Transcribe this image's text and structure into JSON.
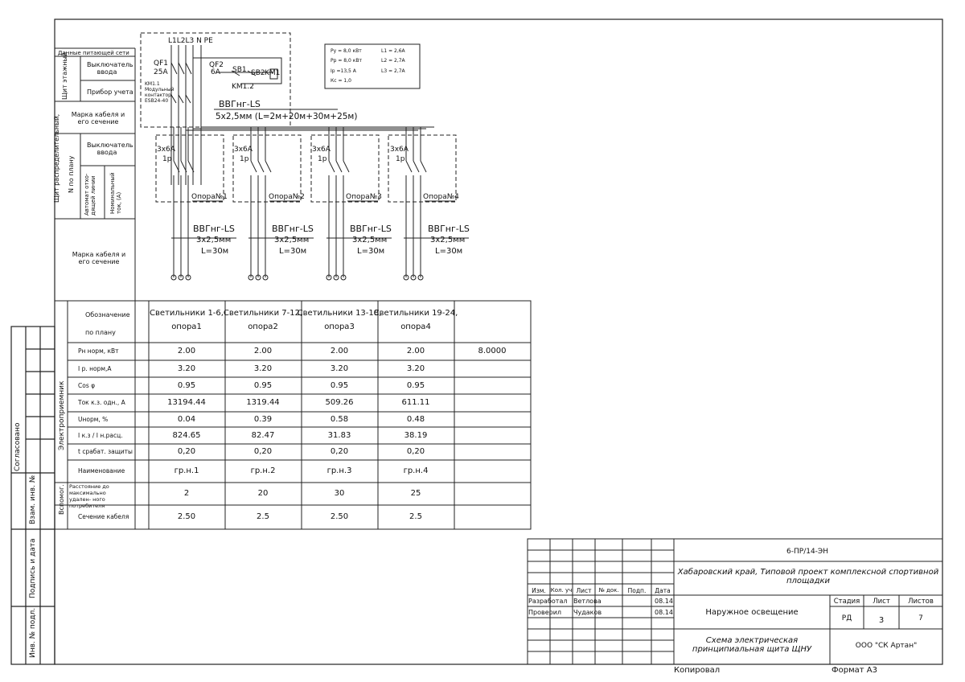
{
  "left_labels": {
    "power_data": "Данные питающей сети",
    "floor_panel": "Щит этажный",
    "input_switch": "Выключатель ввода",
    "meter": "Прибор учета",
    "cable_mark": "Марка кабеля и его сечение",
    "dist_panel": "Щит распределительный,",
    "plan_no": "N по плану",
    "dist_input_switch": "Выключатель ввода",
    "outgoing_breaker": "Автомат отхо- дящей линии",
    "nominal_current": "Номинальный ток, (А)",
    "cable_mark2": "Марка кабеля и его сечение",
    "approved": "Согласовано",
    "inv_ref": "Взам. инв. №",
    "sign_date": "Подпись и дата",
    "inv_orig": "Инв. № подл."
  },
  "schematic": {
    "phases": "L1L2L3 N PE",
    "qf1": "QF1",
    "qf1_rating": "25A",
    "qf2": "QF2",
    "qf2_rating": "6A",
    "sb1": "SB1",
    "sb2": "SB2",
    "km1": "KM1",
    "km12": "KM1.2",
    "km11_note": "KM1.1 Модульный контактор ESB24-40",
    "main_cable": "ВВГнг-LS",
    "main_cable_spec": "5x2,5мм (L=2м+20м+30м+25м)",
    "calc": {
      "pu": "Pу = 8,0 кВт",
      "pr": "Pр = 8,0 кВт",
      "ip": "Iр =13,5  А",
      "kc": "Кс = 1,0",
      "l1": "L1 = 2,6А",
      "l2": "L2 = 2,7А",
      "l3": "L3 = 2,7А"
    },
    "groups": [
      {
        "breaker": "3x6A",
        "pole": "1p",
        "support": "Опора№1",
        "cable": "ВВГнг-LS",
        "cable_spec": "3x2,5мм",
        "length": "L=30м"
      },
      {
        "breaker": "3x6A",
        "pole": "1p",
        "support": "Опора№2",
        "cable": "ВВГнг-LS",
        "cable_spec": "3x2,5мм",
        "length": "L=30м"
      },
      {
        "breaker": "3x6A",
        "pole": "1p",
        "support": "Опора№3",
        "cable": "ВВГнг-LS",
        "cable_spec": "3x2,5мм",
        "length": "L=30м"
      },
      {
        "breaker": "3x6A",
        "pole": "1p",
        "support": "Опора№4",
        "cable": "ВВГнг-LS",
        "cable_spec": "3x2,5мм",
        "length": "L=30м"
      }
    ]
  },
  "table": {
    "section_consumer": "Электроприемник",
    "section_aux": "Вспомог.",
    "header_label_1": "Обозначение",
    "header_label_2": "по плану",
    "columns": [
      {
        "line1": "Светильники 1-6,",
        "line2": "опора1"
      },
      {
        "line1": "Светильники 7-12,",
        "line2": "опора2"
      },
      {
        "line1": "Светильники 13-18,",
        "line2": "опора3"
      },
      {
        "line1": "Светильники 19-24,",
        "line2": "опора4"
      }
    ],
    "rows": [
      {
        "label": "Pн норм, кВт",
        "values": [
          "2.00",
          "2.00",
          "2.00",
          "2.00"
        ],
        "extra": "8.0000"
      },
      {
        "label": "I р. норм,А",
        "values": [
          "3.20",
          "3.20",
          "3.20",
          "3.20"
        ],
        "extra": ""
      },
      {
        "label": "Cos φ",
        "values": [
          "0.95",
          "0.95",
          "0.95",
          "0.95"
        ],
        "extra": ""
      },
      {
        "label": "Ток к.з. одн., А",
        "values": [
          "13194.44",
          "1319.44",
          "509.26",
          "611.11"
        ],
        "extra": ""
      },
      {
        "label": "Uнорм, %",
        "values": [
          "0.04",
          "0.39",
          "0.58",
          "0.48"
        ],
        "extra": ""
      },
      {
        "label": "I к.з / I н.расц.",
        "values": [
          "824.65",
          "82.47",
          "31.83",
          "38.19"
        ],
        "extra": ""
      },
      {
        "label": "t срабат. защиты",
        "values": [
          "0,20",
          "0,20",
          "0,20",
          "0,20"
        ],
        "extra": ""
      },
      {
        "label": "Наименование",
        "values": [
          "гр.н.1",
          "гр.н.2",
          "гр.н.3",
          "гр.н.4"
        ],
        "extra": ""
      },
      {
        "label": "Расстояние до максимально удален- ного потребителя",
        "values": [
          "2",
          "20",
          "30",
          "25"
        ],
        "extra": ""
      },
      {
        "label": "Сечение кабеля",
        "values": [
          "2.50",
          "2.5",
          "2.50",
          "2.5"
        ],
        "extra": ""
      }
    ]
  },
  "title_block": {
    "doc_code": "6-ПР/14-ЭН",
    "project": "Хабаровский край, Типовой проект комплексной спортивной площадки",
    "col_izm": "Изм.",
    "col_kol": "Кол. уч",
    "col_list": "Лист",
    "col_doc": "№ док.",
    "col_sign": "Подп.",
    "col_date": "Дата",
    "developed_role": "Разработал",
    "developed_name": "Ветлова",
    "developed_date": "08.14",
    "checked_role": "Проверил",
    "checked_name": "Чудаков",
    "checked_date": "08.14",
    "section_title": "Наружное освещение",
    "stage_label": "Стадия",
    "sheet_label": "Лист",
    "sheets_label": "Листов",
    "stage": "РД",
    "sheet": "3",
    "sheets": "7",
    "drawing_title": "Схема электрическая принципиальная щита ЩНУ",
    "company": "ООО \"СК Артан\"",
    "copied": "Копировал",
    "format": "Формат А3"
  }
}
